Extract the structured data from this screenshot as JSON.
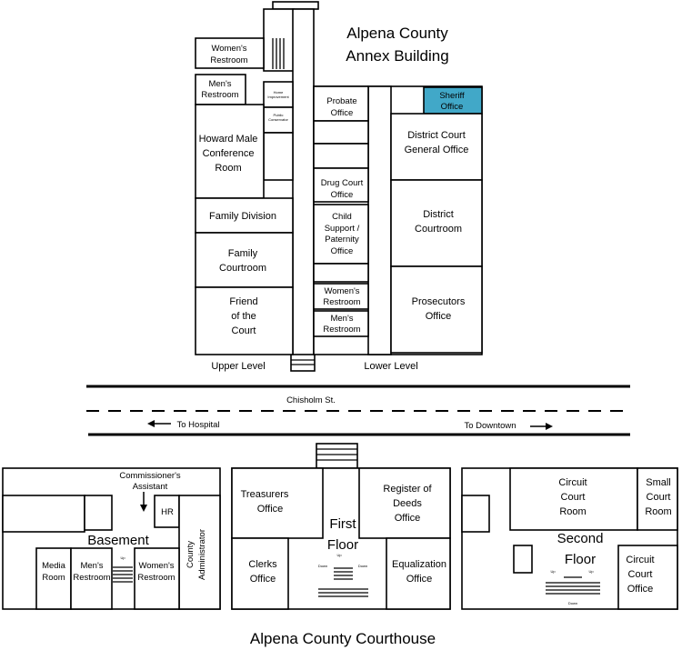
{
  "annex": {
    "title_1": "Alpena County",
    "title_2": "Annex Building",
    "upper_level": "Upper Level",
    "lower_level": "Lower Level",
    "rooms": {
      "womens_restroom": [
        "Women's",
        "Restroom"
      ],
      "mens_restroom": [
        "Men's",
        "Restroom"
      ],
      "home_improvement": [
        "Home",
        "Improvement"
      ],
      "public_conservator": [
        "Public",
        "Conservator"
      ],
      "howard_male": [
        "Howard Male",
        "Conference",
        "Room"
      ],
      "family_division": "Family Division",
      "family_courtroom": [
        "Family",
        "Courtroom"
      ],
      "friend_court": [
        "Friend",
        "of the",
        "Court"
      ],
      "probate": [
        "Probate",
        "Office"
      ],
      "sheriff": [
        "Sheriff",
        "Office"
      ],
      "district_general": [
        "District Court",
        "General Office"
      ],
      "drug_court": [
        "Drug Court",
        "Office"
      ],
      "child_support": [
        "Child",
        "Support /",
        "Paternity",
        "Office"
      ],
      "district_courtroom": [
        "District",
        "Courtroom"
      ],
      "womens_restroom_lower": [
        "Women's",
        "Restroom"
      ],
      "mens_restroom_lower": [
        "Men's",
        "Restroom"
      ],
      "prosecutors": [
        "Prosecutors",
        "Office"
      ]
    },
    "sheriff_color": "#41a8c8"
  },
  "street": {
    "name": "Chisholm St.",
    "to_hospital": "To Hospital",
    "to_downtown": "To Downtown"
  },
  "courthouse": {
    "title": "Alpena County Courthouse",
    "basement": {
      "label": "Basement",
      "commissioner": [
        "Commissioner's",
        "Assistant"
      ],
      "hr": "HR",
      "county_admin": [
        "County",
        "Administrator"
      ],
      "media": [
        "Media",
        "Room"
      ],
      "mens": [
        "Men's",
        "Restroom"
      ],
      "womens": [
        "Women's",
        "Restroom"
      ],
      "up": "Up"
    },
    "first": {
      "label": [
        "First",
        "Floor"
      ],
      "treasurers": [
        "Treasurers",
        "Office"
      ],
      "register": [
        "Register of",
        "Deeds",
        "Office"
      ],
      "clerks": [
        "Clerks",
        "Office"
      ],
      "equalization": [
        "Equalization",
        "Office"
      ],
      "up": "Up",
      "down": "Down"
    },
    "second": {
      "label": [
        "Second",
        "Floor"
      ],
      "circuit_room": [
        "Circuit",
        "Court",
        "Room"
      ],
      "small_court": [
        "Small",
        "Court",
        "Room"
      ],
      "circuit_office": [
        "Circuit",
        "Court",
        "Office"
      ],
      "up": "Up",
      "down": "Down"
    }
  }
}
